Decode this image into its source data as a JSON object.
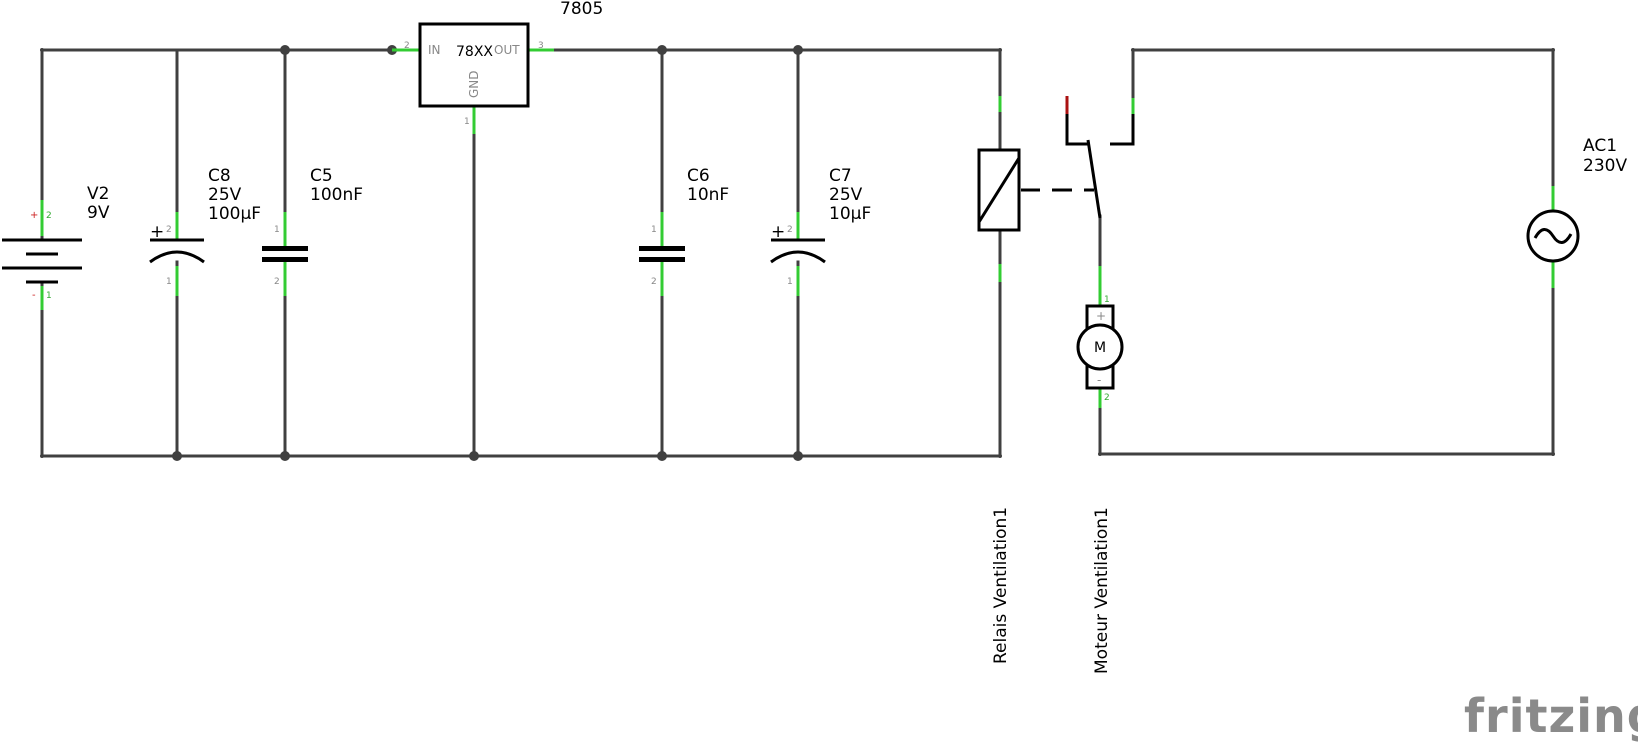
{
  "regulator": {
    "part": "7805",
    "type": "78XX",
    "pin_in": "IN",
    "pin_out": "OUT",
    "pin_gnd": "GND",
    "pin_in_num": "2",
    "pin_out_num": "3",
    "pin_gnd_num": "1"
  },
  "battery": {
    "name": "V2",
    "value": "9V",
    "plus": "+",
    "minus": "-",
    "pin_plus": "2",
    "pin_minus": "1"
  },
  "caps": {
    "c8": {
      "name": "C8",
      "voltage": "25V",
      "value": "100µF",
      "polarity": "+",
      "pin_top": "2",
      "pin_bottom": "1"
    },
    "c5": {
      "name": "C5",
      "value": "100nF",
      "pin_top": "1",
      "pin_bottom": "2"
    },
    "c6": {
      "name": "C6",
      "value": "10nF",
      "pin_top": "1",
      "pin_bottom": "2"
    },
    "c7": {
      "name": "C7",
      "voltage": "25V",
      "value": "10µF",
      "polarity": "+",
      "pin_top": "2",
      "pin_bottom": "1"
    }
  },
  "relay": {
    "name": "Relais Ventilation1"
  },
  "motor": {
    "name": "Moteur Ventilation1",
    "symbol": "M",
    "plus": "+",
    "minus": "-",
    "pin_top": "1",
    "pin_bottom": "2"
  },
  "ac_source": {
    "name": "AC1",
    "value": "230V"
  },
  "logo": {
    "text": "fritzing"
  }
}
